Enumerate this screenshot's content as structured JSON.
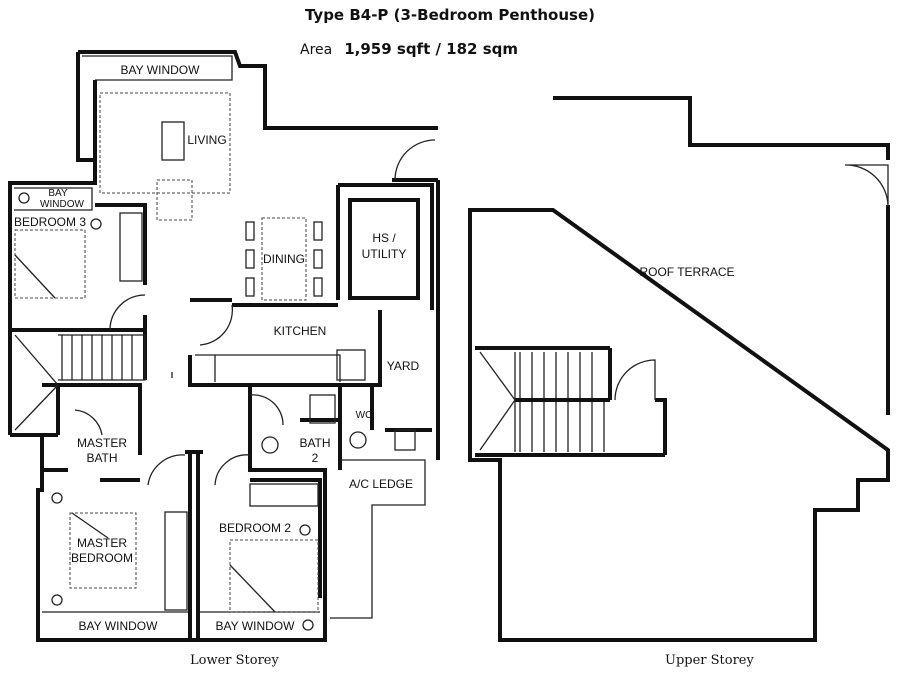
{
  "header": {
    "title": "Type B4-P (3-Bedroom Penthouse)",
    "area_label": "Area",
    "area_value": "1,959 sqft / 182 sqm"
  },
  "lower_storey": {
    "caption": "Lower Storey",
    "rooms": {
      "bay_window_top": "BAY WINDOW",
      "living": "LIVING",
      "bay_window_bed3_line1": "BAY",
      "bay_window_bed3_line2": "WINDOW",
      "bedroom3": "BEDROOM 3",
      "dining": "DINING",
      "hs_utility_line1": "HS /",
      "hs_utility_line2": "UTILITY",
      "kitchen": "KITCHEN",
      "yard": "YARD",
      "wc": "WC",
      "master_bath_line1": "MASTER",
      "master_bath_line2": "BATH",
      "bath2_line1": "BATH",
      "bath2_line2": "2",
      "ac_ledge": "A/C LEDGE",
      "master_bedroom_line1": "MASTER",
      "master_bedroom_line2": "BEDROOM",
      "bedroom2": "BEDROOM 2",
      "bay_window_master": "BAY WINDOW",
      "bay_window_bed2": "BAY WINDOW"
    }
  },
  "upper_storey": {
    "caption": "Upper Storey",
    "rooms": {
      "roof_terrace": "ROOF TERRACE"
    }
  }
}
